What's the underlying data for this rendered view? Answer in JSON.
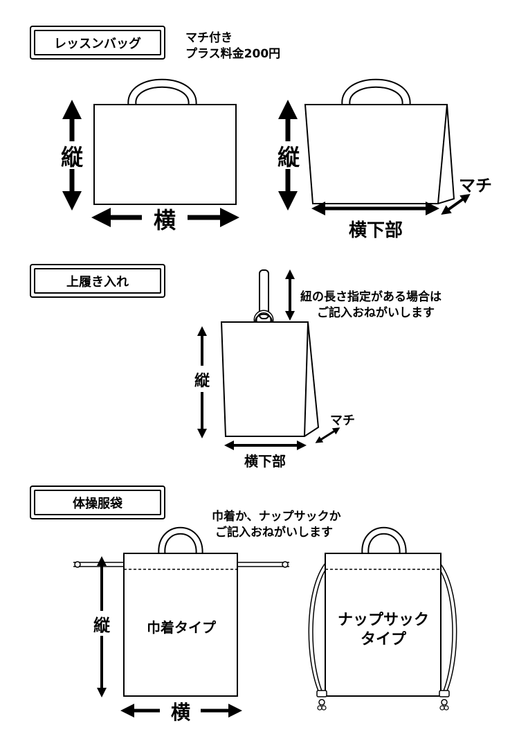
{
  "sections": {
    "lesson_bag": {
      "label": "レッスンバッグ",
      "note_line1": "マチ付き",
      "note_line2": "プラス料金200円",
      "flat_height": "縦",
      "flat_width": "横",
      "gusset_height": "縦",
      "gusset_bottom_width": "横下部",
      "gusset_depth": "マチ"
    },
    "shoe_bag": {
      "label": "上履き入れ",
      "note_line1": "紐の長さ指定がある場合は",
      "note_line2": "ご記入おねがいします",
      "height": "縦",
      "bottom_width": "横下部",
      "gusset_depth": "マチ"
    },
    "gym_bag": {
      "label": "体操服袋",
      "note_line1": "巾着か、ナップサックか",
      "note_line2": "ご記入おねがいします",
      "height": "縦",
      "width": "横",
      "drawstring_type": "巾着タイプ",
      "knapsack_line1": "ナップサック",
      "knapsack_line2": "タイプ"
    }
  }
}
